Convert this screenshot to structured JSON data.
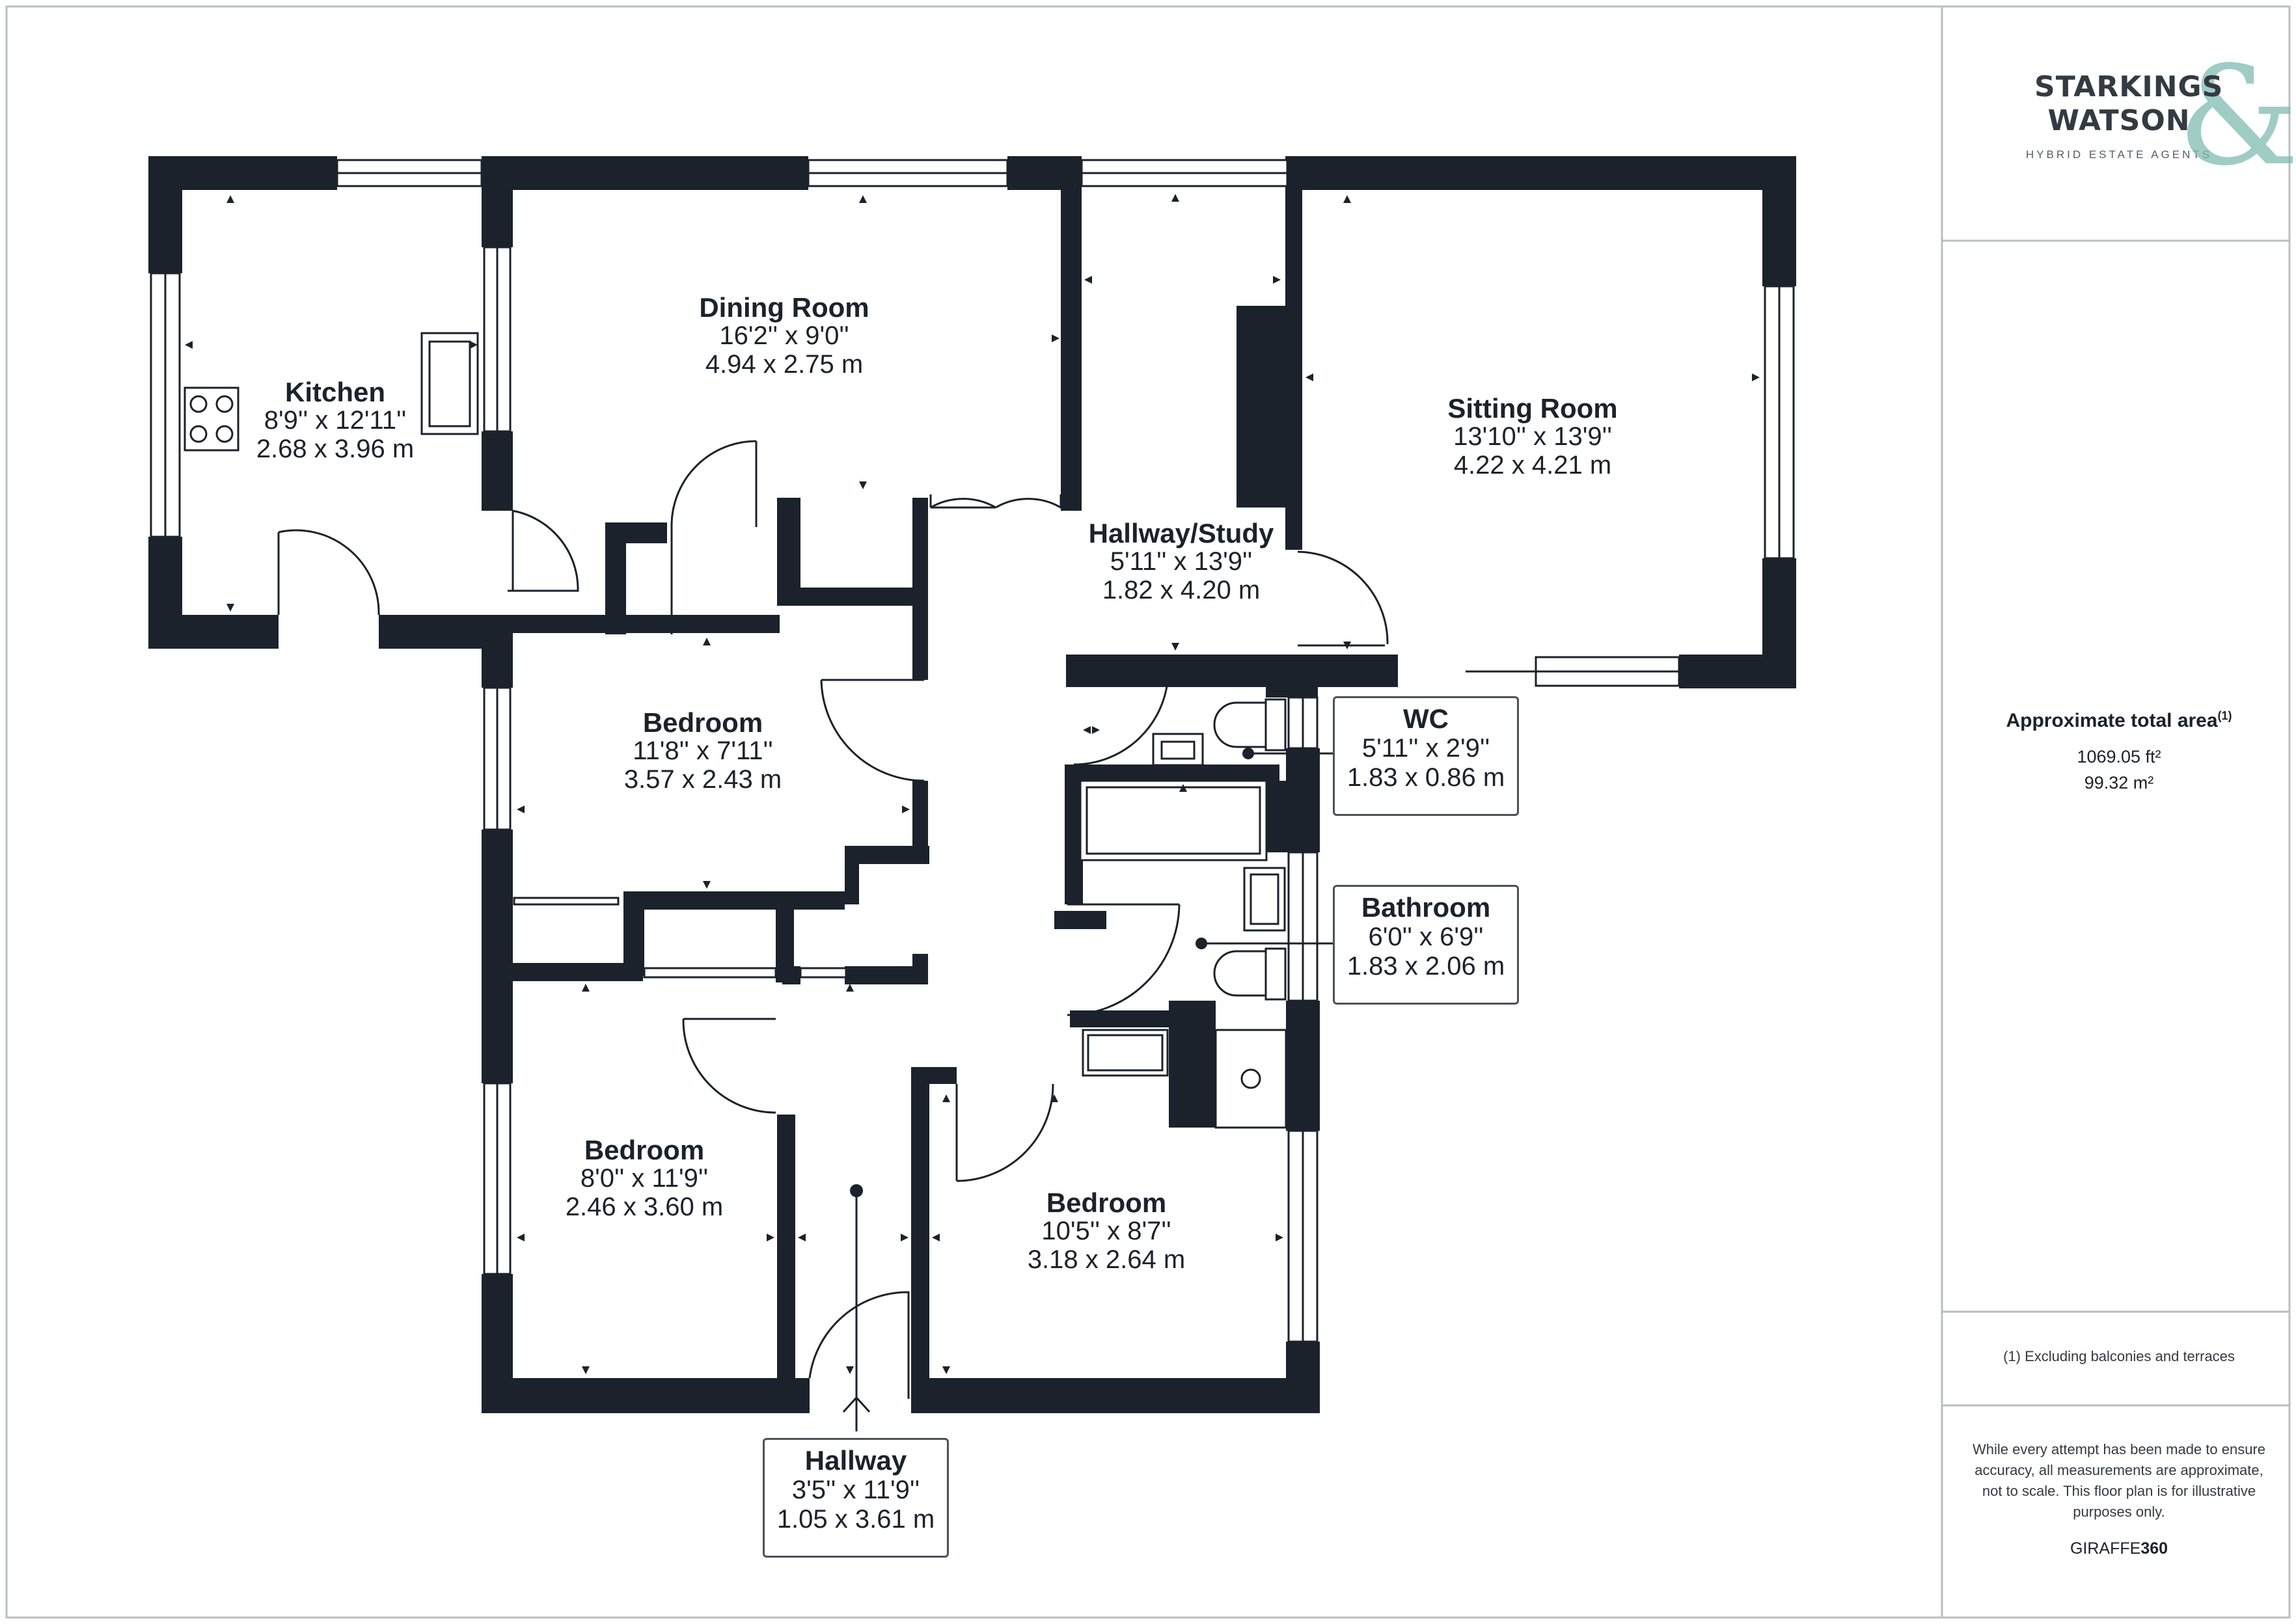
{
  "brand": {
    "line1": "STARKINGS",
    "line2": "WATSON",
    "ampersand": "&",
    "tagline": "HYBRID ESTATE AGENTS",
    "accent_color": "#7fbcb2"
  },
  "summary": {
    "area_title": "Approximate total area",
    "area_note_marker": "(1)",
    "area_sqft": "1069.05 ft²",
    "area_sqm": "99.32 m²",
    "footnote": "(1) Excluding balconies and terraces",
    "disclaimer": "While every attempt has been made to ensure accuracy, all measurements are approximate, not to scale. This floor plan is for illustrative purposes only.",
    "credit_prefix": "GIRAFFE",
    "credit_suffix": "360"
  },
  "rooms": {
    "kitchen": {
      "name": "Kitchen",
      "imperial": "8'9'' x 12'11''",
      "metric": "2.68 x 3.96 m"
    },
    "dining": {
      "name": "Dining Room",
      "imperial": "16'2'' x 9'0''",
      "metric": "4.94 x 2.75 m"
    },
    "study": {
      "name": "Hallway/Study",
      "imperial": "5'11'' x 13'9''",
      "metric": "1.82 x 4.20 m"
    },
    "sitting": {
      "name": "Sitting Room",
      "imperial": "13'10'' x 13'9''",
      "metric": "4.22 x 4.21 m"
    },
    "bedroom1": {
      "name": "Bedroom",
      "imperial": "11'8'' x 7'11''",
      "metric": "3.57 x 2.43 m"
    },
    "wc": {
      "name": "WC",
      "imperial": "5'11'' x 2'9''",
      "metric": "1.83 x 0.86 m"
    },
    "bathroom": {
      "name": "Bathroom",
      "imperial": "6'0'' x 6'9''",
      "metric": "1.83 x 2.06 m"
    },
    "bedroom2": {
      "name": "Bedroom",
      "imperial": "8'0'' x 11'9''",
      "metric": "2.46 x 3.60 m"
    },
    "bedroom3": {
      "name": "Bedroom",
      "imperial": "10'5'' x 8'7''",
      "metric": "3.18 x 2.64 m"
    },
    "hallway": {
      "name": "Hallway",
      "imperial": "3'5'' x 11'9''",
      "metric": "1.05 x 3.61 m"
    }
  },
  "colors": {
    "wall": "#1b222b",
    "line": "#4b525a"
  }
}
